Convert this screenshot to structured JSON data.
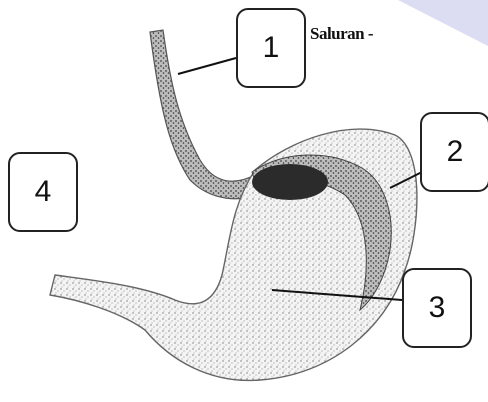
{
  "diagram": {
    "caption": "Saluran -",
    "labels": [
      {
        "id": "1",
        "text": "1"
      },
      {
        "id": "2",
        "text": "2"
      },
      {
        "id": "3",
        "text": "3"
      },
      {
        "id": "4",
        "text": "4"
      }
    ],
    "colors": {
      "ink": "#111111",
      "shade": "#555555",
      "light": "#cfcfcf",
      "corner": "#dcdcf2"
    }
  }
}
